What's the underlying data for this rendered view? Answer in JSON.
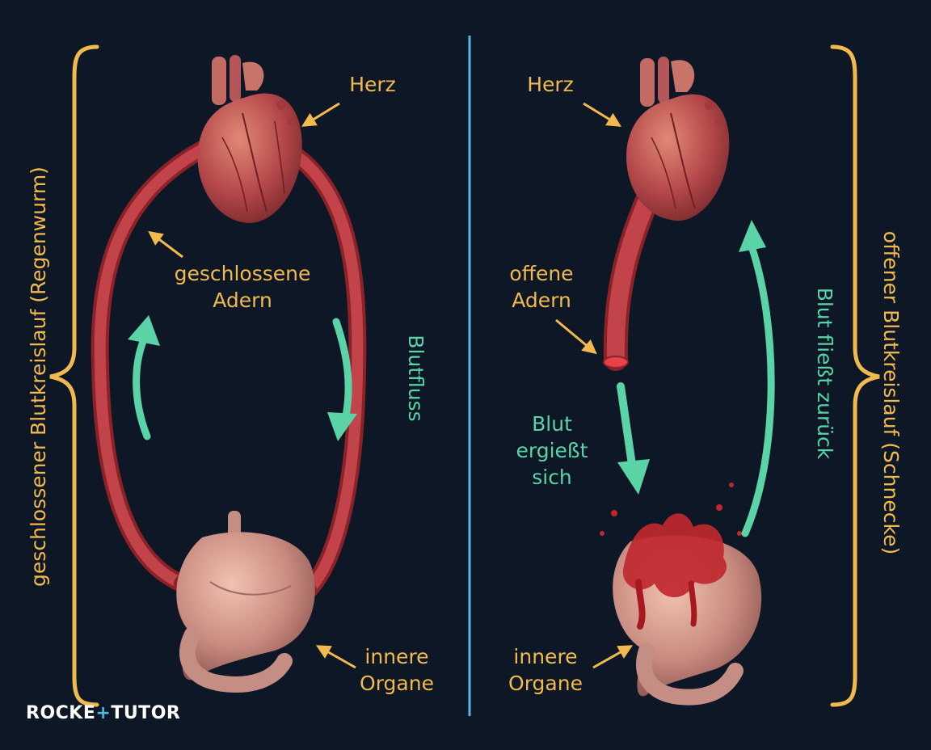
{
  "colors": {
    "background": "#0e1726",
    "label": "#f2b94e",
    "flow_arrow": "#5ad3a6",
    "divider": "#5ab7e0",
    "vessel": "#b8363c",
    "organ": "#d29a8c"
  },
  "left": {
    "side_title": "geschlossener Blutkreislauf (Regenwurm)",
    "heart_label": "Herz",
    "vessel_label": "geschlossene\nAdern",
    "flow_label": "Blutfluss",
    "organ_label": "innere\nOrgane"
  },
  "right": {
    "side_title": "offener Blutkreislauf (Schnecke)",
    "heart_label": "Herz",
    "vessel_label": "offene\nAdern",
    "spill_label": "Blut\nergießt\nsich",
    "return_label": "Blut fließt zurück",
    "organ_label": "innere\nOrgane"
  },
  "logo": {
    "left_text": "ROCKE",
    "plus": "+",
    "right_text": "TUTOR"
  }
}
